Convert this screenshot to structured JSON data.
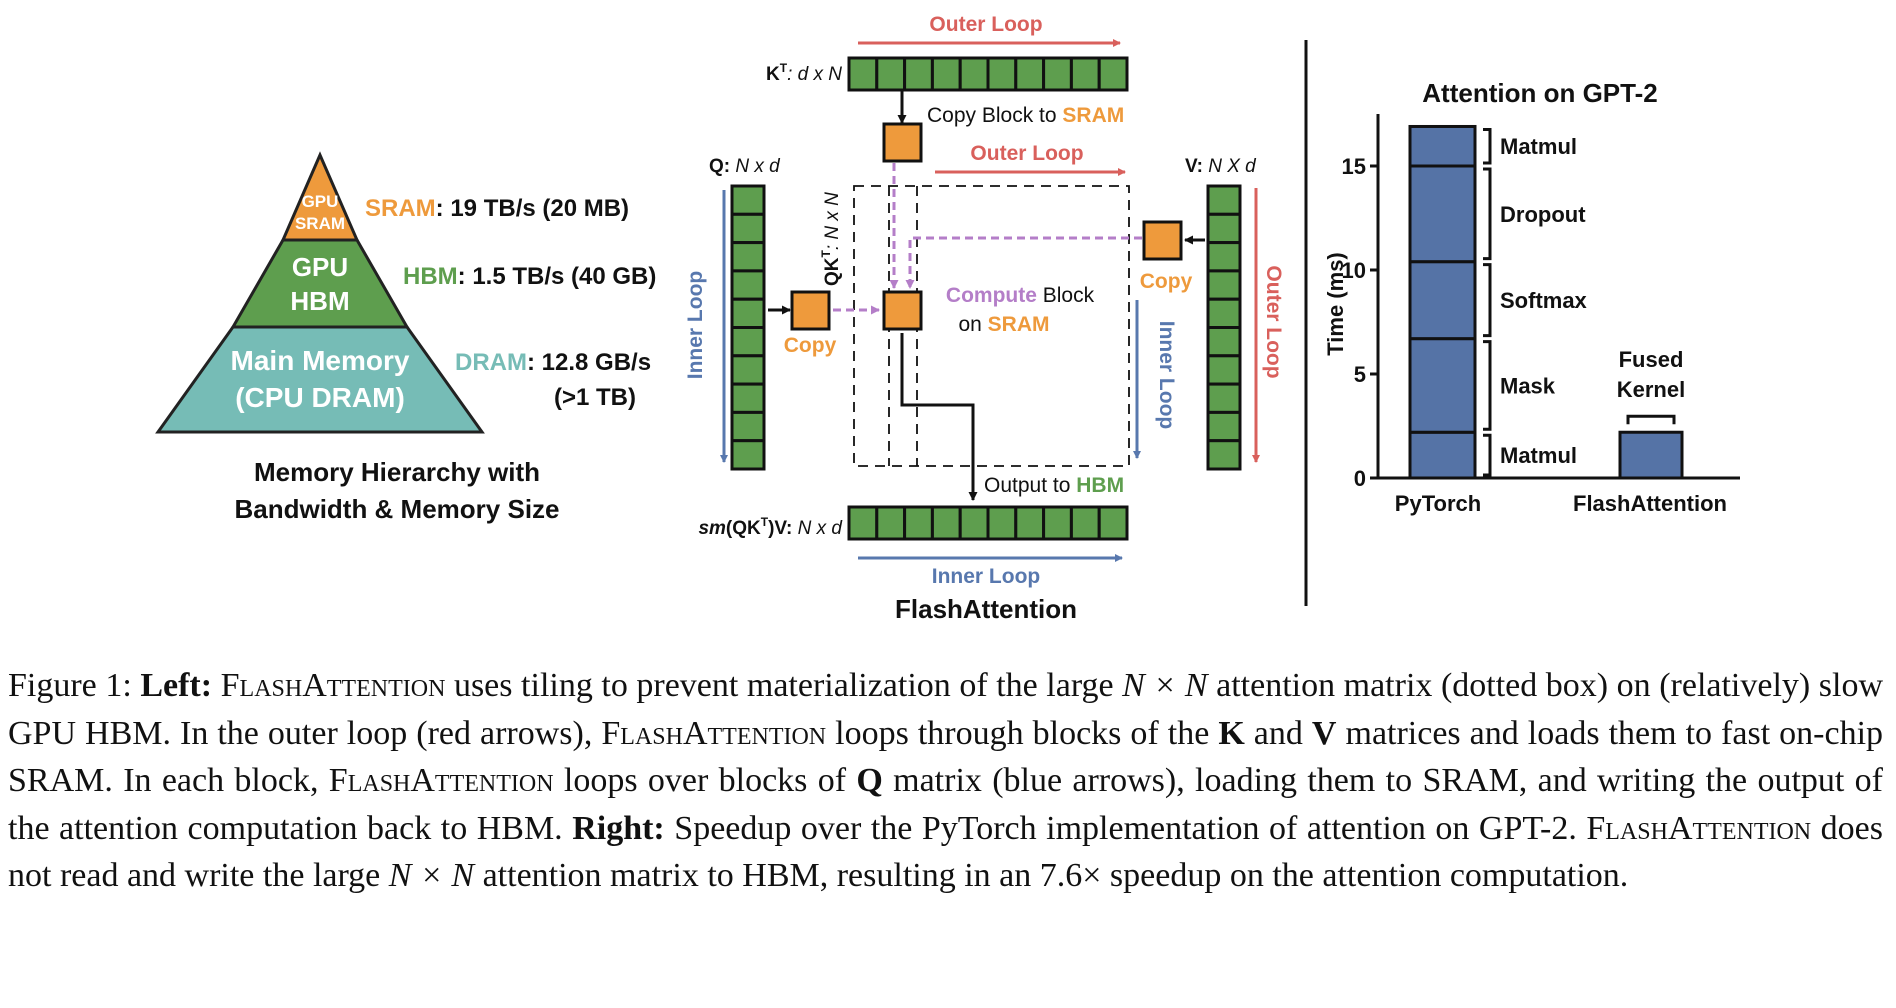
{
  "colors": {
    "orange": "#EE9A3C",
    "green": "#5E9E4E",
    "teal": "#76BCB6",
    "red": "#D9605C",
    "blue": "#5878AE",
    "purple": "#B47EC8",
    "bar": "#5573A6"
  },
  "pyramid": {
    "top_line1": "GPU",
    "top_line2": "SRAM",
    "mid_line1": "GPU",
    "mid_line2": "HBM",
    "bottom_line1": "Main Memory",
    "bottom_line2": "(CPU DRAM)",
    "sram_name": "SRAM",
    "sram_spec": ": 19 TB/s (20 MB)",
    "hbm_name": "HBM",
    "hbm_spec": ": 1.5 TB/s (40 GB)",
    "dram_name": "DRAM",
    "dram_spec": ": 12.8 GB/s",
    "dram_size": "(>1 TB)",
    "title_line1": "Memory Hierarchy with",
    "title_line2": "Bandwidth & Memory Size"
  },
  "flash": {
    "outer_loop_top": "Outer Loop",
    "kt_name": "K",
    "kt_sup": "T",
    "kt_dims": ": d x N",
    "copy_block_to": "Copy Block to ",
    "sram": "SRAM",
    "outer_loop_mid": "Outer Loop",
    "q_name": "Q:",
    "q_dims": " N x d",
    "v_name": "V:",
    "v_dims": " N X d",
    "qkt_name": "QK",
    "qkt_sup": "T",
    "qkt_dims": ": N x N",
    "inner_loop_left": "Inner Loop",
    "copy_left": "Copy",
    "compute": "Compute",
    "block": " Block",
    "on": "on ",
    "sram2": "SRAM",
    "copy_right": "Copy",
    "inner_loop_right": "Inner Loop",
    "outer_loop_right": "Outer Loop",
    "output_to": "Output to ",
    "hbm": "HBM",
    "out_name_sm": "sm",
    "out_name_mid": "(QK",
    "out_sup": "T",
    "out_name_end": ")V:",
    "out_dims": " N x d",
    "inner_loop_bottom": "Inner Loop",
    "title": "FlashAttention"
  },
  "chart_data": {
    "type": "bar",
    "title": "Attention on GPT-2",
    "ylabel": "Time (ms)",
    "xlabel": "",
    "ylim": [
      0,
      17.5
    ],
    "yticks": [
      0,
      5,
      10,
      15
    ],
    "categories": [
      "PyTorch",
      "FlashAttention"
    ],
    "stacks": [
      {
        "category": "PyTorch",
        "segments": [
          {
            "name": "Matmul",
            "value": 2.2
          },
          {
            "name": "Mask",
            "value": 4.5
          },
          {
            "name": "Softmax",
            "value": 3.7
          },
          {
            "name": "Dropout",
            "value": 4.6
          },
          {
            "name": "Matmul",
            "value": 1.9
          }
        ]
      },
      {
        "category": "FlashAttention",
        "segments": [
          {
            "name": "Fused Kernel",
            "value": 2.2
          }
        ]
      }
    ],
    "fused_label_line1": "Fused",
    "fused_label_line2": "Kernel"
  },
  "caption": {
    "fig": "Figure 1:",
    "left": "Left:",
    "name": "FlashAttention",
    "t1": " uses tiling to prevent materialization of the large ",
    "nxn": "N × N",
    "t2": " attention matrix (dotted box) on (relatively) slow GPU HBM. In the outer loop (red arrows), ",
    "t3": " loops through blocks of the ",
    "k": "K",
    "and": " and ",
    "v": "V",
    "t4": " matrices and loads them to fast on-chip SRAM. In each block, ",
    "t5": " loops over blocks of ",
    "q": "Q",
    "t6": " matrix (blue arrows), loading them to SRAM, and writing the output of the attention computation back to HBM. ",
    "right": "Right:",
    "t7": " Speedup over the PyTorch implementation of attention on GPT-2. ",
    "t8": " does not read and write the large ",
    "t9": " attention matrix to HBM, resulting in an 7.6× speedup on the attention computation."
  }
}
